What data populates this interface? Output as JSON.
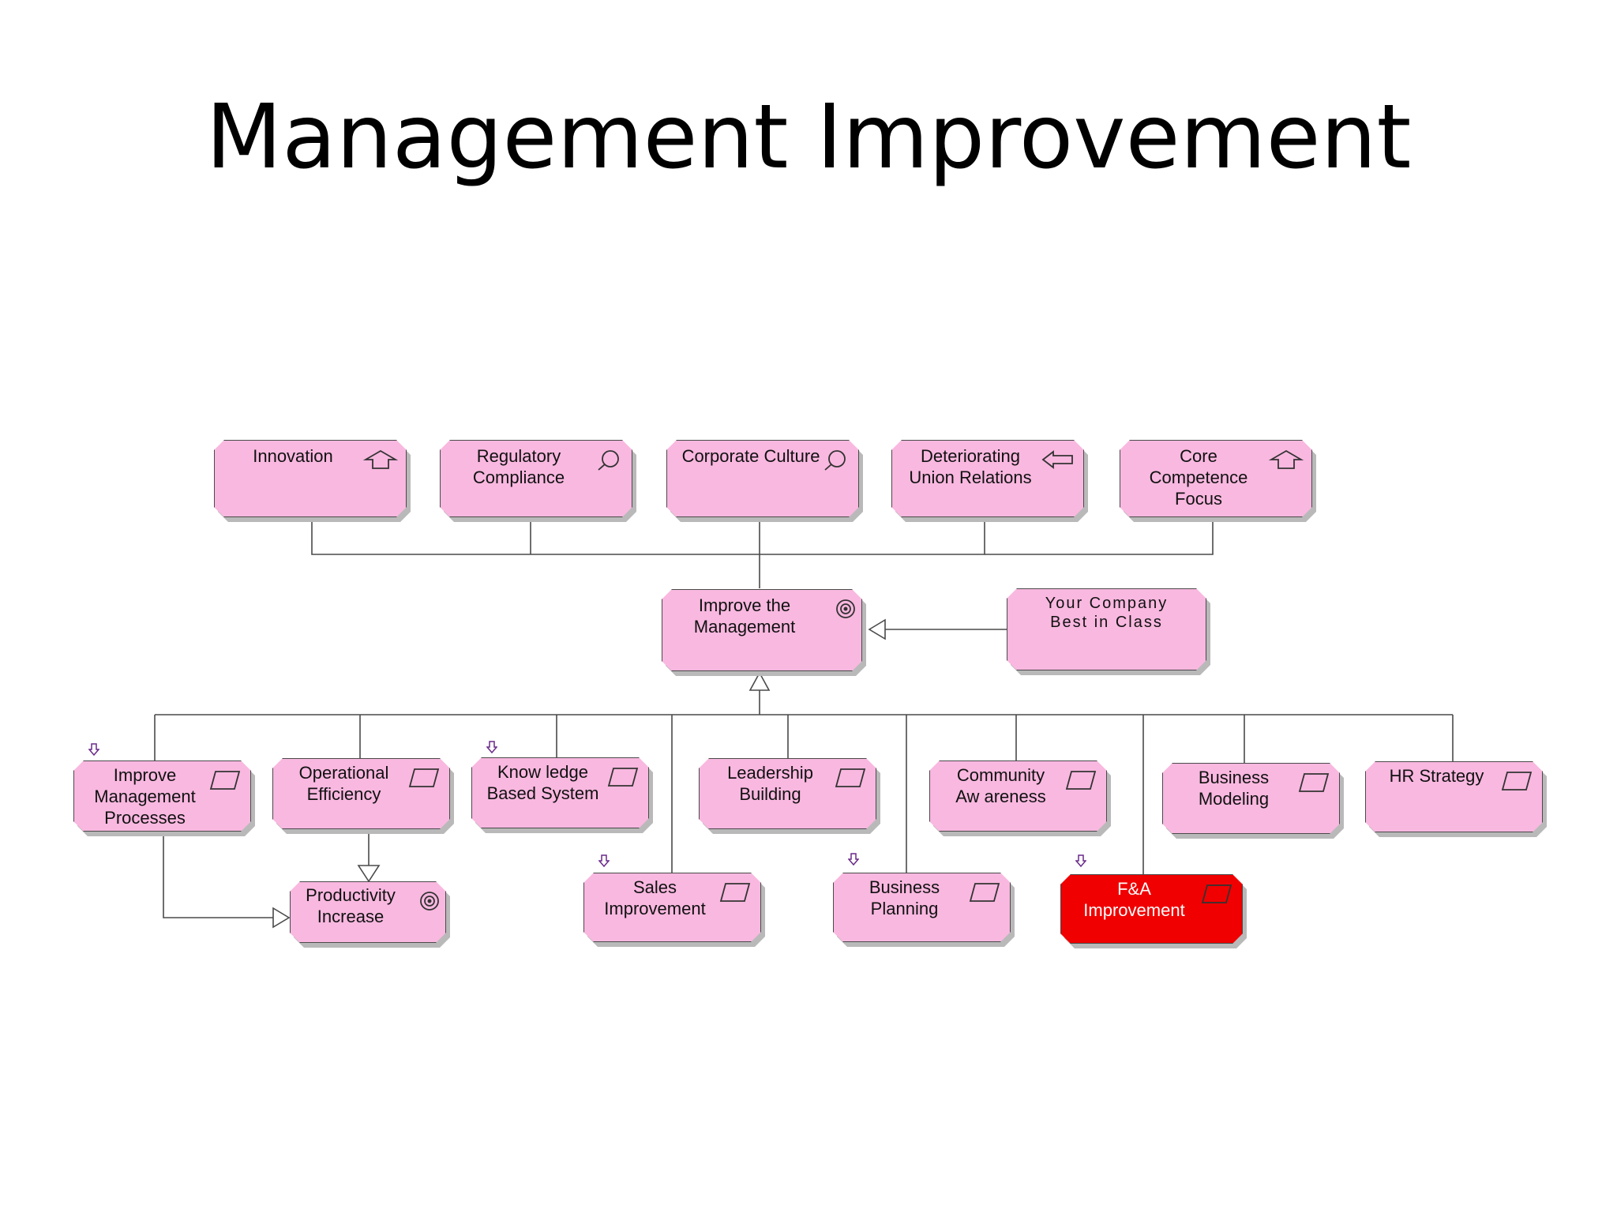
{
  "title": "Management Improvement",
  "colors": {
    "node_fill": "#f9b8e0",
    "highlight_fill": "#f00000",
    "line": "#4a4a4a"
  },
  "drivers": [
    {
      "id": "innovation",
      "label": "Innovation",
      "icon": "arrow-up-icon"
    },
    {
      "id": "regulatory",
      "label": "Regulatory\nCompliance",
      "icon": "magnifier-icon"
    },
    {
      "id": "culture",
      "label": "Corporate Culture",
      "icon": "magnifier-icon"
    },
    {
      "id": "union",
      "label": "Deteriorating\nUnion Relations",
      "icon": "arrow-left-icon"
    },
    {
      "id": "core",
      "label": "Core\nCompetence\nFocus",
      "icon": "arrow-up-icon"
    }
  ],
  "goal": {
    "label": "Improve the\nManagement",
    "icon": "target-icon"
  },
  "principle": {
    "label": "Your Company\nBest in Class"
  },
  "requirements_row1": [
    {
      "id": "imp",
      "label": "Improve\nManagement\nProcesses"
    },
    {
      "id": "ops",
      "label": "Operational\nEfficiency"
    },
    {
      "id": "kbs",
      "label": "Know ledge\nBased System"
    },
    {
      "id": "lead",
      "label": "Leadership\nBuilding"
    },
    {
      "id": "comm",
      "label": "Community\nAw areness"
    },
    {
      "id": "bm",
      "label": "Business\nModeling"
    },
    {
      "id": "hr",
      "label": "HR Strategy"
    }
  ],
  "requirements_row2": [
    {
      "id": "prod",
      "label": "Productivity\nIncrease",
      "icon": "target-icon"
    },
    {
      "id": "sales",
      "label": "Sales\nImprovement"
    },
    {
      "id": "bp",
      "label": "Business\nPlanning"
    },
    {
      "id": "fa",
      "label": "F&A\nImprovement",
      "highlight": true
    }
  ]
}
